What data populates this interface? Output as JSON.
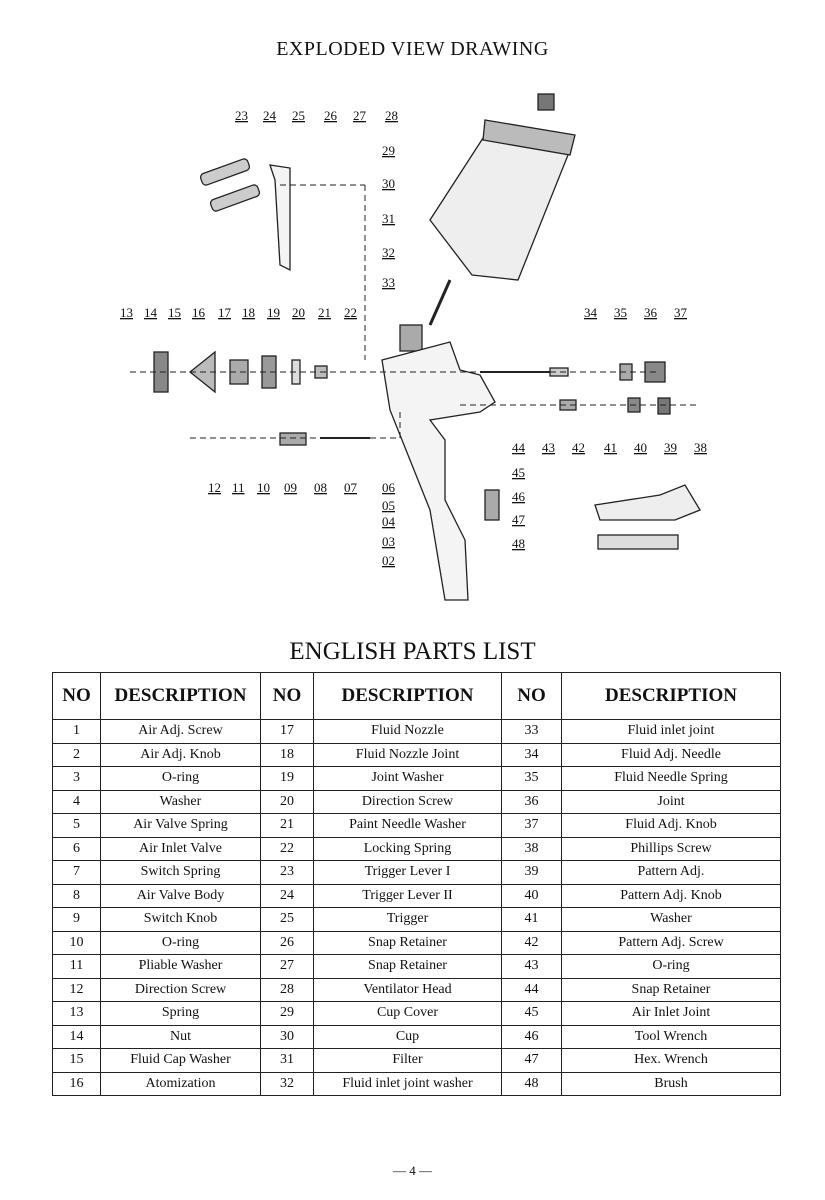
{
  "header": {
    "title": "EXPLODED VIEW DRAWING"
  },
  "diagram": {
    "callouts": [
      "23",
      "24",
      "25",
      "26",
      "27",
      "28",
      "29",
      "30",
      "31",
      "32",
      "33",
      "13",
      "14",
      "15",
      "16",
      "17",
      "18",
      "19",
      "20",
      "21",
      "22",
      "34",
      "35",
      "36",
      "37",
      "44",
      "43",
      "42",
      "41",
      "40",
      "39",
      "38",
      "12",
      "11",
      "10",
      "09",
      "08",
      "07",
      "45",
      "46",
      "47",
      "48",
      "06",
      "05",
      "04",
      "03",
      "02"
    ]
  },
  "parts_list": {
    "title": "ENGLISH PARTS LIST",
    "headers": [
      "NO",
      "DESCRIPTION",
      "NO",
      "DESCRIPTION",
      "NO",
      "DESCRIPTION"
    ],
    "rows": [
      [
        "1",
        "Air Adj. Screw",
        "17",
        "Fluid Nozzle",
        "33",
        "Fluid inlet joint"
      ],
      [
        "2",
        "Air Adj. Knob",
        "18",
        "Fluid Nozzle Joint",
        "34",
        "Fluid Adj. Needle"
      ],
      [
        "3",
        "O-ring",
        "19",
        "Joint Washer",
        "35",
        "Fluid Needle Spring"
      ],
      [
        "4",
        "Washer",
        "20",
        "Direction Screw",
        "36",
        "Joint"
      ],
      [
        "5",
        "Air Valve Spring",
        "21",
        "Paint Needle Washer",
        "37",
        "Fluid Adj. Knob"
      ],
      [
        "6",
        "Air Inlet Valve",
        "22",
        "Locking Spring",
        "38",
        "Phillips Screw"
      ],
      [
        "7",
        "Switch Spring",
        "23",
        "Trigger Lever I",
        "39",
        "Pattern Adj."
      ],
      [
        "8",
        "Air Valve Body",
        "24",
        "Trigger Lever II",
        "40",
        "Pattern Adj. Knob"
      ],
      [
        "9",
        "Switch Knob",
        "25",
        "Trigger",
        "41",
        "Washer"
      ],
      [
        "10",
        "O-ring",
        "26",
        "Snap Retainer",
        "42",
        "Pattern Adj. Screw"
      ],
      [
        "11",
        "Pliable Washer",
        "27",
        "Snap Retainer",
        "43",
        "O-ring"
      ],
      [
        "12",
        "Direction Screw",
        "28",
        "Ventilator Head",
        "44",
        "Snap Retainer"
      ],
      [
        "13",
        "Spring",
        "29",
        "Cup Cover",
        "45",
        "Air Inlet Joint"
      ],
      [
        "14",
        "Nut",
        "30",
        "Cup",
        "46",
        "Tool Wrench"
      ],
      [
        "15",
        "Fluid Cap Washer",
        "31",
        "Filter",
        "47",
        "Hex. Wrench"
      ],
      [
        "16",
        "Atomization",
        "32",
        "Fluid inlet joint washer",
        "48",
        "Brush"
      ]
    ]
  },
  "footer": {
    "page": "— 4 —"
  }
}
